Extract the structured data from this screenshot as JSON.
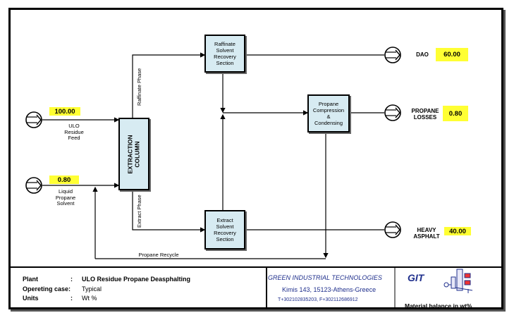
{
  "feeds": {
    "ulo_feed": {
      "value": "100.00",
      "label": "ULO\nResidue\nFeed"
    },
    "propane_solvent": {
      "value": "0.80",
      "label": "Liquid\nPropane\nSolvent"
    }
  },
  "units": {
    "extraction_column": "EXTRACTION\nCOLUMN",
    "raffinate_recovery": "Raffinate\nSolvent\nRecovery\nSection",
    "extract_recovery": "Extract\nSolvent\nRecovery\nSection",
    "propane_compression": "Propane\nCompression\n&\nCondensing"
  },
  "streams": {
    "raffinate_phase": "Raffinate Phase",
    "extract_phase": "Extract Phase",
    "propane_recycle": "Propane Recycle"
  },
  "products": {
    "dao": {
      "label": "DAO",
      "value": "60.00"
    },
    "propane_losses": {
      "label": "PROPANE\nLOSSES",
      "value": "0.80"
    },
    "heavy_asphalt": {
      "label": "HEAVY\nASPHALT",
      "value": "40.00"
    }
  },
  "footer": {
    "plant_label": "Plant",
    "plant_sep": ":",
    "plant_value": "ULO Residue Propane Deasphalting",
    "case_label": "Opereting case:",
    "case_value": "Typical",
    "units_label": "Units",
    "units_sep": ":",
    "units_value": "Wt %",
    "company": "GREEN INDUSTRIAL TECHNOLOGIES",
    "address": "Kimis 143, 15123-Athens-Greece",
    "phones": "T+302102835203, F+302112686912",
    "logo_text": "GIT",
    "caption": "Material balance in wt%"
  },
  "colors": {
    "unit_fill": "#d7ebf2",
    "value_fill": "#ffff33",
    "company_text": "#1f2f8c"
  }
}
